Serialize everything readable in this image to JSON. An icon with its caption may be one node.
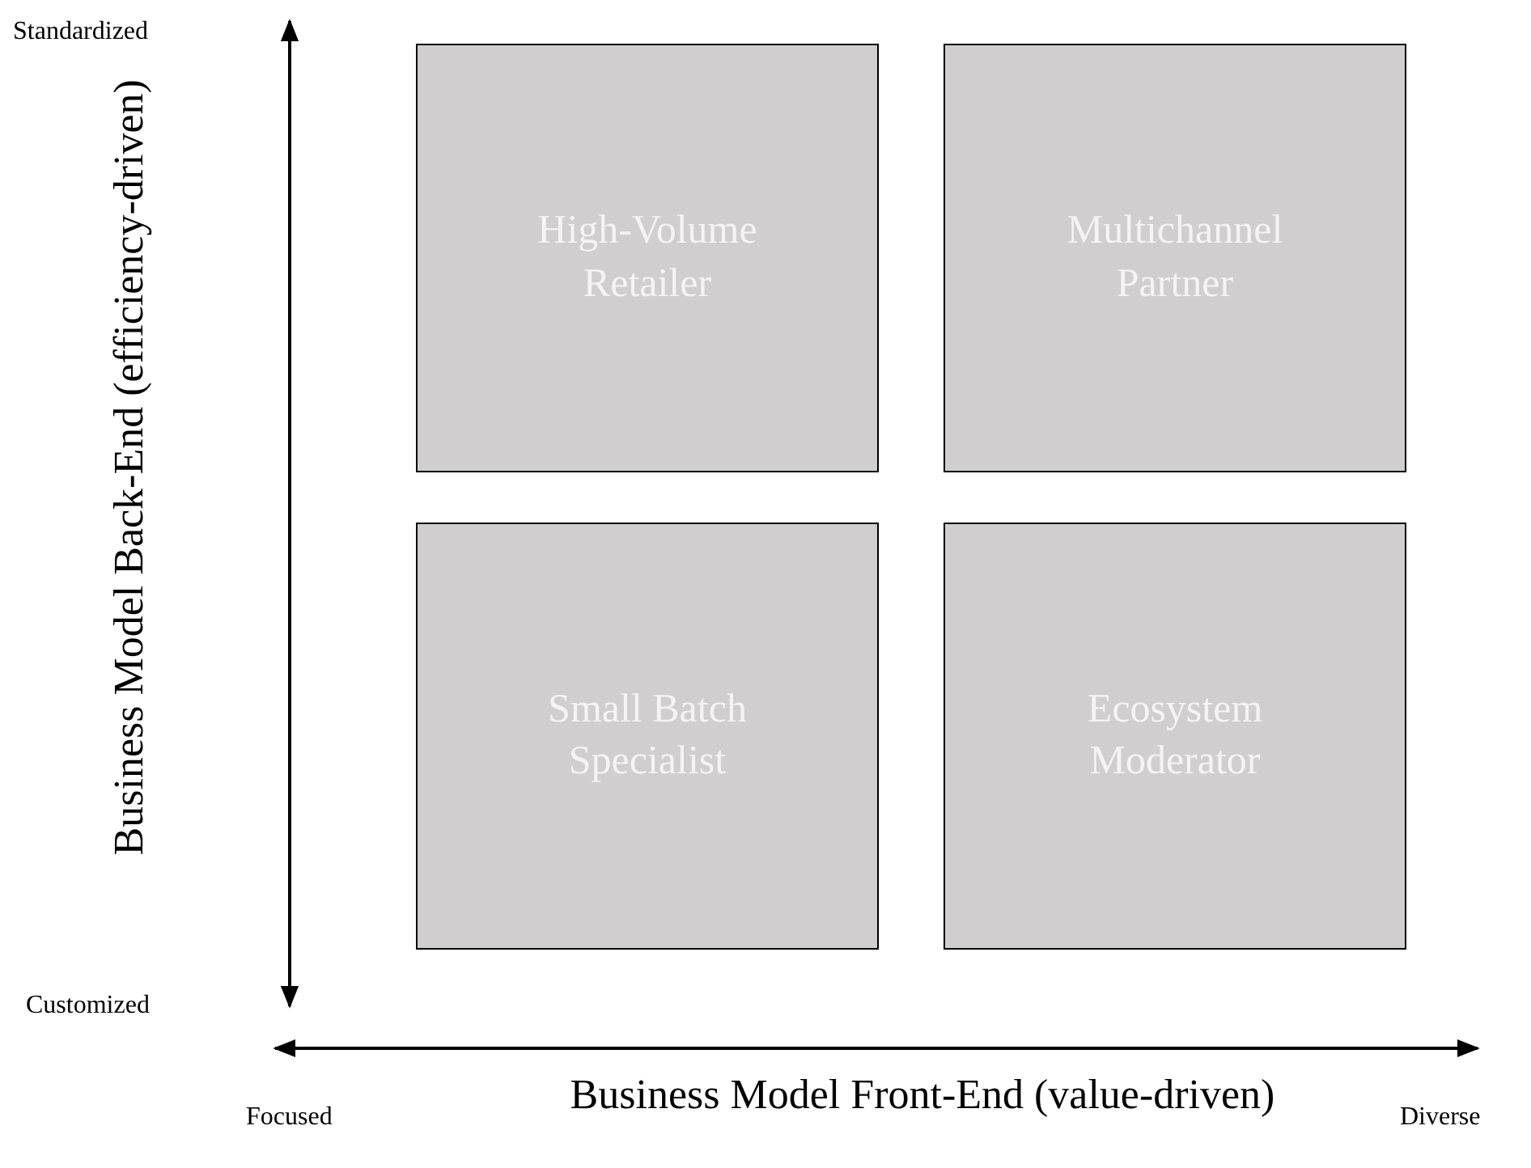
{
  "diagram": {
    "nodes": [
      {
        "text": [
          "High-Volume Retailer"
        ]
      },
      {
        "text": [
          "Multichannel Partner"
        ]
      },
      {
        "text": [
          "Small Batch Specialist"
        ]
      },
      {
        "text": [
          "Ecosystem Moderator"
        ]
      }
    ],
    "labels": [
      "Standardized",
      "Business Model Back-End (efficiency-driven)",
      "Customized",
      "Business Model Front-End (value-driven)",
      "Focused",
      "Diverse"
    ]
  }
}
